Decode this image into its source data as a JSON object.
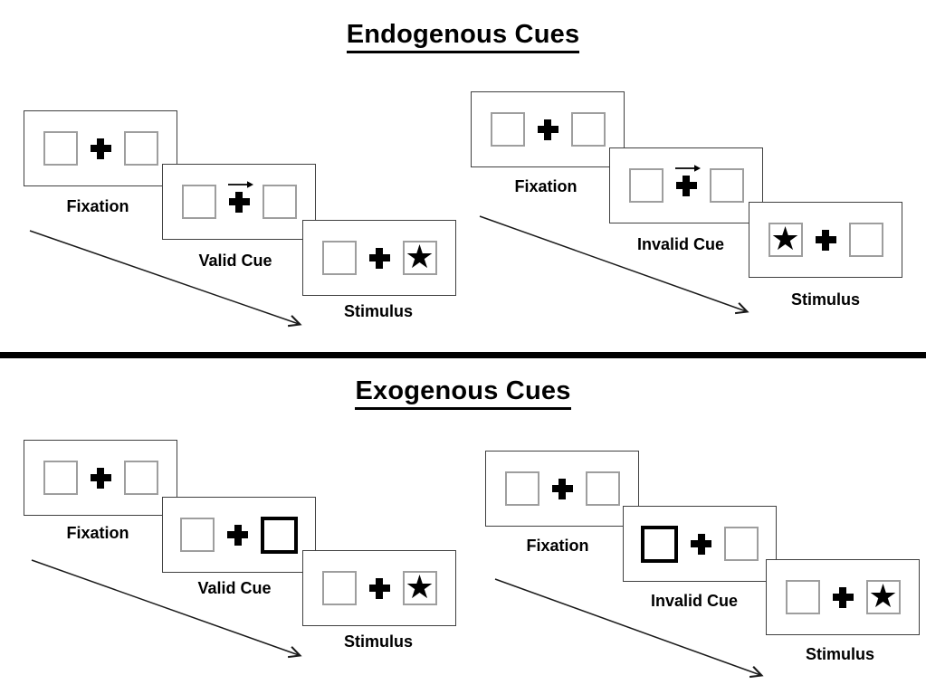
{
  "colors": {
    "background": "#ffffff",
    "ink": "#000000",
    "panel_border": "#404040",
    "box_border": "#9e9e9e",
    "cue_box_border": "#000000",
    "arrow": "#1a1a1a",
    "divider": "#000000"
  },
  "glyphs": {
    "star": "★"
  },
  "sections": [
    {
      "title": "Endogenous Cues",
      "trials": [
        {
          "name": "valid",
          "cue_type": "central-right-arrow",
          "frames": [
            {
              "label": "Fixation",
              "type": "fixation"
            },
            {
              "label": "Valid Cue",
              "type": "arrow-cue",
              "arrow_direction": "right"
            },
            {
              "label": "Stimulus",
              "type": "stimulus",
              "star_side": "right"
            }
          ]
        },
        {
          "name": "invalid",
          "cue_type": "central-right-arrow",
          "frames": [
            {
              "label": "Fixation",
              "type": "fixation"
            },
            {
              "label": "Invalid Cue",
              "type": "arrow-cue",
              "arrow_direction": "right"
            },
            {
              "label": "Stimulus",
              "type": "stimulus",
              "star_side": "left"
            }
          ]
        }
      ]
    },
    {
      "title": "Exogenous Cues",
      "trials": [
        {
          "name": "valid",
          "cue_type": "peripheral-box",
          "frames": [
            {
              "label": "Fixation",
              "type": "fixation"
            },
            {
              "label": "Valid Cue",
              "type": "box-cue",
              "cue_side": "right"
            },
            {
              "label": "Stimulus",
              "type": "stimulus",
              "star_side": "right"
            }
          ]
        },
        {
          "name": "invalid",
          "cue_type": "peripheral-box",
          "frames": [
            {
              "label": "Fixation",
              "type": "fixation"
            },
            {
              "label": "Invalid Cue",
              "type": "box-cue",
              "cue_side": "left"
            },
            {
              "label": "Stimulus",
              "type": "stimulus",
              "star_side": "right"
            }
          ]
        }
      ]
    }
  ]
}
